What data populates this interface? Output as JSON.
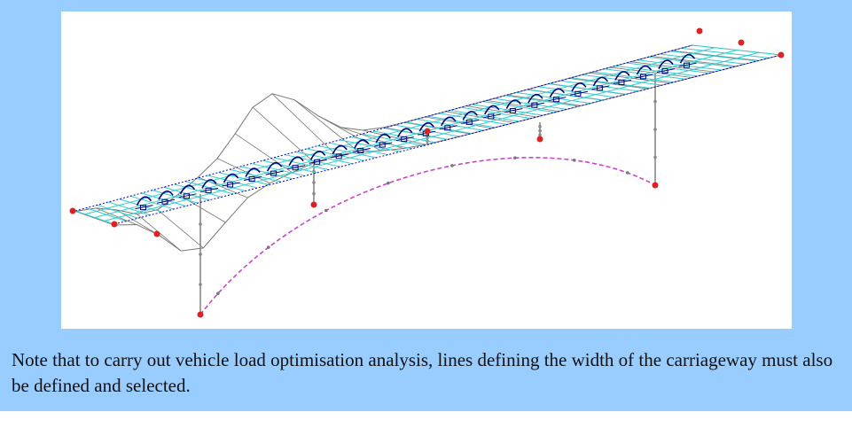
{
  "note": {
    "text": "Note that to carry out vehicle load optimisation analysis, lines defining the width of the carriageway must also be defined and selected."
  },
  "figure": {
    "icons": [
      "bridge-deck-mesh",
      "arch-rib",
      "pier",
      "support-node",
      "vehicle-load"
    ],
    "colors": {
      "panel_background": "#99ccff",
      "deck_mesh": "#33cccc",
      "deck_outline": "#0000cc",
      "deflected_shape": "#777777",
      "arch": "#cc44cc",
      "piers": "#888888",
      "supports": "#dd2222",
      "vehicle_loads": "#000080"
    }
  }
}
